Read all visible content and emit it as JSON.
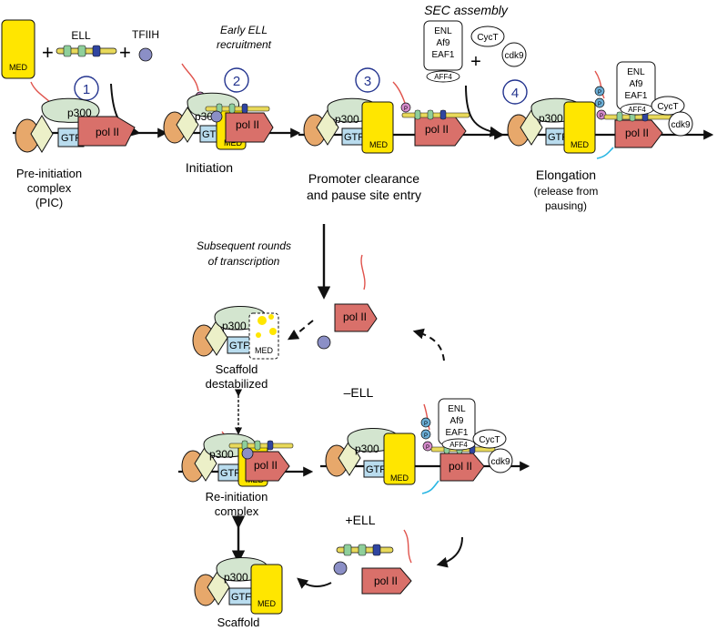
{
  "labels": {
    "med": "MED",
    "ell": "ELL",
    "tfiih": "TFIIH",
    "plus": "+",
    "p300": "p300",
    "gtf": "GTF",
    "pol2": "pol II",
    "p": "P",
    "enl": "ENL",
    "af9": "Af9",
    "eaf1": "EAF1",
    "aff4": "AFF4",
    "cyct": "CycT",
    "cdk9": "cdk9",
    "sec_assembly": "SEC assembly",
    "early_ell_1": "Early ELL",
    "early_ell_2": "recruitment",
    "step1": "1",
    "step2": "2",
    "step3": "3",
    "step4": "4",
    "pic_1": "Pre-initiation",
    "pic_2": "complex",
    "pic_3": "(PIC)",
    "initiation": "Initiation",
    "promoter_1": "Promoter clearance",
    "promoter_2": "and pause site entry",
    "elongation_1": "Elongation",
    "elongation_2": "(release from",
    "elongation_3": "pausing)",
    "subsequent_1": "Subsequent rounds",
    "subsequent_2": "of transcription",
    "scaffold_destab_1": "Scaffold",
    "scaffold_destab_2": "destabilized",
    "minus_ell": "–ELL",
    "plus_ell": "+ELL",
    "reinit_1": "Re-initiation",
    "reinit_2": "complex",
    "scaffold": "Scaffold"
  },
  "colors": {
    "med_yellow": "#ffe600",
    "p300_green": "#d3e5cf",
    "gtf_blue": "#b9dcee",
    "pol_red": "#d9706a",
    "orange_blob": "#e7a86b",
    "diamond": "#ecf0c8",
    "circle_blue": "#23348f",
    "tfiih": "#8b8fc6",
    "rna_red": "#e0534c",
    "phospho_pink": "#d68ccd",
    "phospho_blue": "#6baed6",
    "cyan_rna": "#29b6e3"
  }
}
